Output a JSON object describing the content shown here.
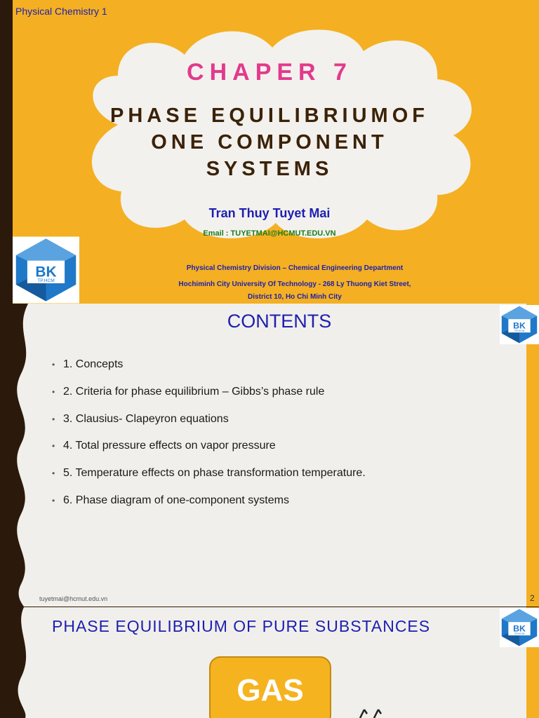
{
  "slide1": {
    "course": "Physical Chemistry 1",
    "chapter": "CHAPER 7",
    "title_lines": [
      "PHASE EQUILIBRIUMOF",
      "ONE COMPONENT",
      "SYSTEMS"
    ],
    "author": "Tran Thuy Tuyet Mai",
    "email": "Email : TUYETMAI@HCMUT.EDU.VN",
    "affiliation_lines": [
      "Physical Chemistry Division – Chemical Engineering Department",
      "Hochiminh City University Of Technology  - 268 Ly Thuong Kiet Street,",
      "District 10, Ho Chi Minh City"
    ],
    "logo": {
      "abbr": "BK",
      "sub": "TP.HCM"
    }
  },
  "slide2": {
    "title": "CONTENTS",
    "items": [
      "1. Concepts",
      "2. Criteria for phase equilibrium – Gibbs’s phase rule",
      "3.  Clausius- Clapeyron equations",
      "4. Total pressure effects on vapor pressure",
      "5. Temperature effects on phase transformation temperature.",
      "6. Phase diagram of one-component systems"
    ],
    "footer_email": "tuyetmai@hcmut.edu.vn",
    "page_number": "2",
    "bullet_char": "•"
  },
  "slide3": {
    "title": "PHASE EQUILIBRIUM OF PURE SUBSTANCES",
    "box_label": "GAS"
  },
  "colors": {
    "orange": "#f4b022",
    "dark_brown": "#2b1a0b",
    "blue": "#1d1fb0",
    "pink": "#e23a8c",
    "green": "#1a7d1a",
    "logo_blue": "#1f78c8"
  }
}
